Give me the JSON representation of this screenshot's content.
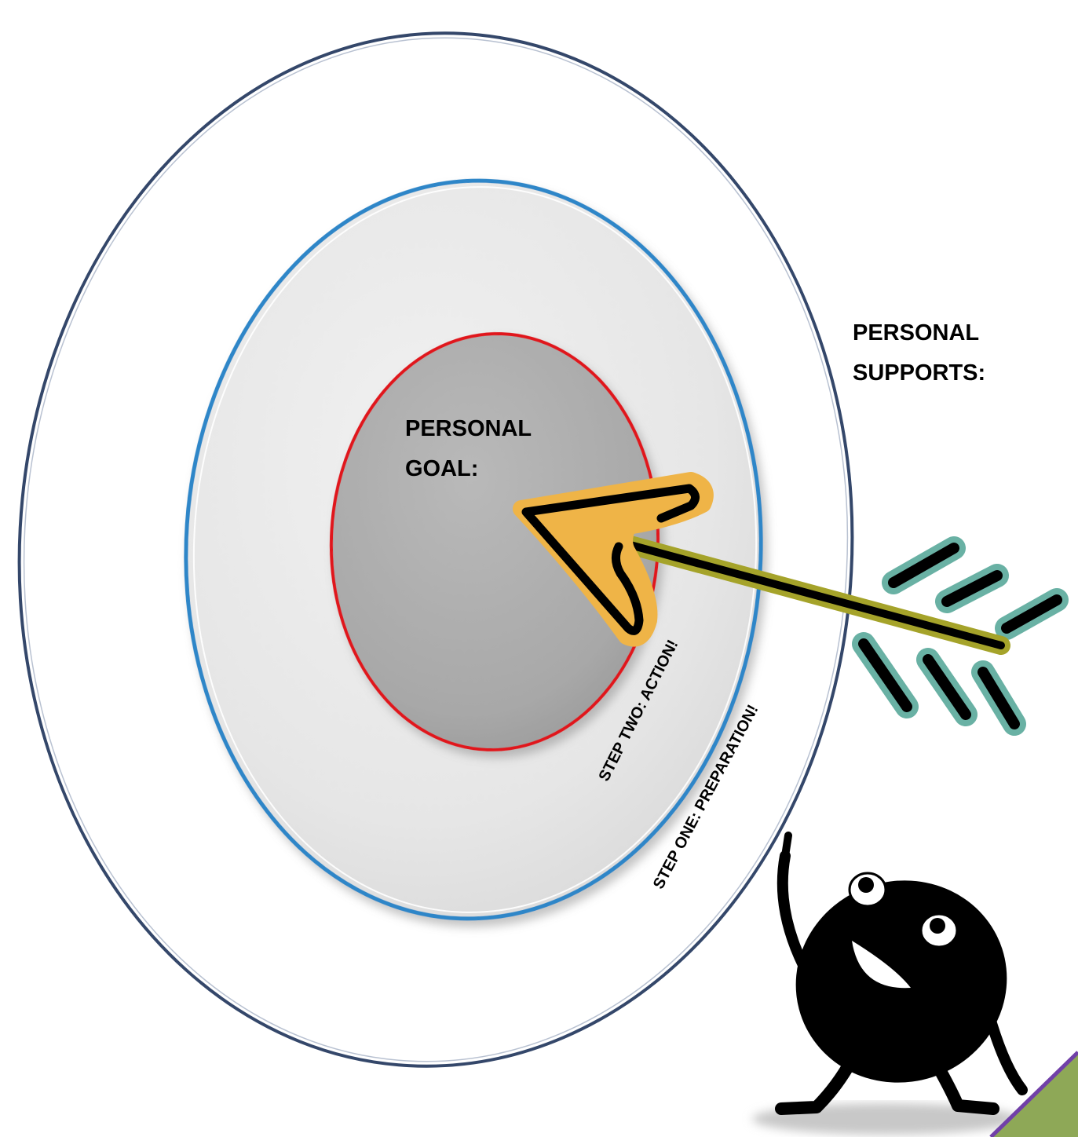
{
  "labels": {
    "personal_supports_line1": "PERSONAL",
    "personal_supports_line2": "SUPPORTS:",
    "personal_goal_line1": "PERSONAL",
    "personal_goal_line2": "GOAL:",
    "step_two": "STEP TWO: ACTION!",
    "step_one": "STEP ONE: PREPARATION!"
  },
  "colors": {
    "outer_ring_stroke": "#34476a",
    "middle_ring_stroke": "#2e86c8",
    "inner_ring_stroke": "#e0191b",
    "middle_fill": "#e4e4e4",
    "inner_fill": "#a9a9a9",
    "arrowhead_fill": "#efb447",
    "arrow_shaft_glow": "#a5a32a",
    "fletching_glow": "#69b1a4",
    "character": "#000000",
    "shadow": "#c8c8c8",
    "corner_fill": "#8ea857",
    "corner_edge": "#7140a8"
  },
  "icons": {
    "target": "target-icon",
    "arrow": "arrow-icon",
    "character": "smiling-character-icon"
  }
}
